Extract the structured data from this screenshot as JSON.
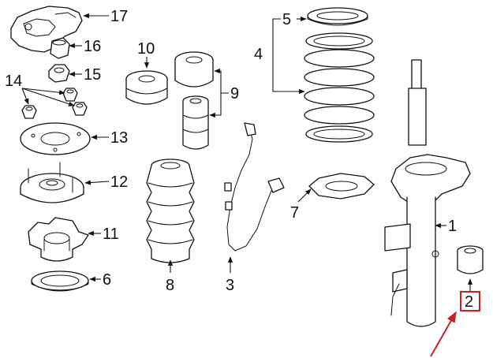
{
  "diagram": {
    "callouts": [
      {
        "id": "1",
        "label": "1"
      },
      {
        "id": "2",
        "label": "2"
      },
      {
        "id": "3",
        "label": "3"
      },
      {
        "id": "4",
        "label": "4"
      },
      {
        "id": "5",
        "label": "5"
      },
      {
        "id": "6",
        "label": "6"
      },
      {
        "id": "7",
        "label": "7"
      },
      {
        "id": "8",
        "label": "8"
      },
      {
        "id": "9",
        "label": "9"
      },
      {
        "id": "10",
        "label": "10"
      },
      {
        "id": "11",
        "label": "11"
      },
      {
        "id": "12",
        "label": "12"
      },
      {
        "id": "13",
        "label": "13"
      },
      {
        "id": "14",
        "label": "14"
      },
      {
        "id": "15",
        "label": "15"
      },
      {
        "id": "16",
        "label": "16"
      },
      {
        "id": "17",
        "label": "17"
      }
    ],
    "highlighted_callout": "2",
    "colors": {
      "line": "#111111",
      "background": "#ffffff",
      "highlight": "#cc1f1f"
    }
  }
}
